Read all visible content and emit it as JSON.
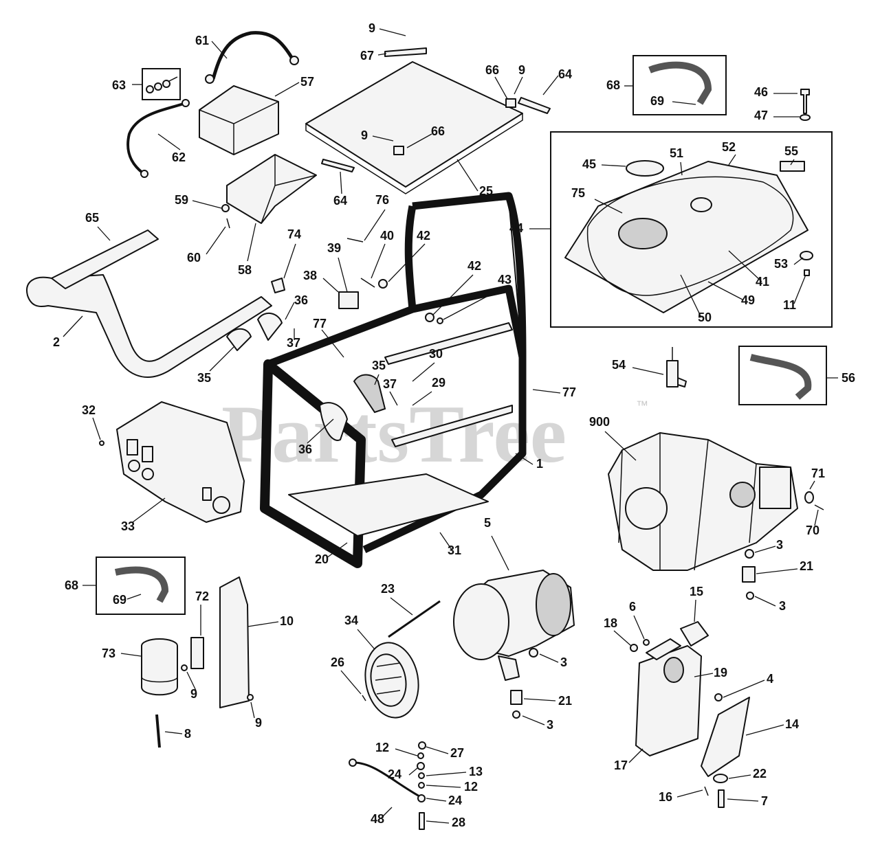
{
  "watermark": {
    "text": "PartsTree",
    "trademark": "™"
  },
  "callouts": [
    {
      "id": "c61",
      "label": "61"
    },
    {
      "id": "c63",
      "label": "63"
    },
    {
      "id": "c57",
      "label": "57"
    },
    {
      "id": "c62",
      "label": "62"
    },
    {
      "id": "c59",
      "label": "59"
    },
    {
      "id": "c60",
      "label": "60"
    },
    {
      "id": "c58",
      "label": "58"
    },
    {
      "id": "c65",
      "label": "65"
    },
    {
      "id": "c2",
      "label": "2"
    },
    {
      "id": "c9a",
      "label": "9"
    },
    {
      "id": "c67",
      "label": "67"
    },
    {
      "id": "c66a",
      "label": "66"
    },
    {
      "id": "c9b",
      "label": "9"
    },
    {
      "id": "c64a",
      "label": "64"
    },
    {
      "id": "c9c",
      "label": "9"
    },
    {
      "id": "c66b",
      "label": "66"
    },
    {
      "id": "c25",
      "label": "25"
    },
    {
      "id": "c64b",
      "label": "64"
    },
    {
      "id": "c76",
      "label": "76"
    },
    {
      "id": "c40",
      "label": "40"
    },
    {
      "id": "c42a",
      "label": "42"
    },
    {
      "id": "c39",
      "label": "39"
    },
    {
      "id": "c74",
      "label": "74"
    },
    {
      "id": "c38",
      "label": "38"
    },
    {
      "id": "c36a",
      "label": "36"
    },
    {
      "id": "c37a",
      "label": "37"
    },
    {
      "id": "c35a",
      "label": "35"
    },
    {
      "id": "c77a",
      "label": "77"
    },
    {
      "id": "c42b",
      "label": "42"
    },
    {
      "id": "c43",
      "label": "43"
    },
    {
      "id": "c68a",
      "label": "68"
    },
    {
      "id": "c69a",
      "label": "69"
    },
    {
      "id": "c46",
      "label": "46"
    },
    {
      "id": "c47",
      "label": "47"
    },
    {
      "id": "c44",
      "label": "44"
    },
    {
      "id": "c45",
      "label": "45"
    },
    {
      "id": "c51",
      "label": "51"
    },
    {
      "id": "c52",
      "label": "52"
    },
    {
      "id": "c55",
      "label": "55"
    },
    {
      "id": "c75",
      "label": "75"
    },
    {
      "id": "c53",
      "label": "53"
    },
    {
      "id": "c41",
      "label": "41"
    },
    {
      "id": "c49",
      "label": "49"
    },
    {
      "id": "c50",
      "label": "50"
    },
    {
      "id": "c11",
      "label": "11"
    },
    {
      "id": "c30",
      "label": "30"
    },
    {
      "id": "c35b",
      "label": "35"
    },
    {
      "id": "c37b",
      "label": "37"
    },
    {
      "id": "c29",
      "label": "29"
    },
    {
      "id": "c77b",
      "label": "77"
    },
    {
      "id": "c54",
      "label": "54"
    },
    {
      "id": "c56",
      "label": "56"
    },
    {
      "id": "c32",
      "label": "32"
    },
    {
      "id": "c36b",
      "label": "36"
    },
    {
      "id": "c1",
      "label": "1"
    },
    {
      "id": "c900",
      "label": "900"
    },
    {
      "id": "c71",
      "label": "71"
    },
    {
      "id": "c70",
      "label": "70"
    },
    {
      "id": "c33",
      "label": "33"
    },
    {
      "id": "c20",
      "label": "20"
    },
    {
      "id": "c31",
      "label": "31"
    },
    {
      "id": "c5",
      "label": "5"
    },
    {
      "id": "c3a",
      "label": "3"
    },
    {
      "id": "c21a",
      "label": "21"
    },
    {
      "id": "c3b",
      "label": "3"
    },
    {
      "id": "c68b",
      "label": "68"
    },
    {
      "id": "c69b",
      "label": "69"
    },
    {
      "id": "c72",
      "label": "72"
    },
    {
      "id": "c10",
      "label": "10"
    },
    {
      "id": "c23",
      "label": "23"
    },
    {
      "id": "c34",
      "label": "34"
    },
    {
      "id": "c15",
      "label": "15"
    },
    {
      "id": "c6",
      "label": "6"
    },
    {
      "id": "c18",
      "label": "18"
    },
    {
      "id": "c73",
      "label": "73"
    },
    {
      "id": "c9d",
      "label": "9"
    },
    {
      "id": "c26",
      "label": "26"
    },
    {
      "id": "c3c",
      "label": "3"
    },
    {
      "id": "c19",
      "label": "19"
    },
    {
      "id": "c4",
      "label": "4"
    },
    {
      "id": "c21b",
      "label": "21"
    },
    {
      "id": "c14",
      "label": "14"
    },
    {
      "id": "c9e",
      "label": "9"
    },
    {
      "id": "c3d",
      "label": "3"
    },
    {
      "id": "c8",
      "label": "8"
    },
    {
      "id": "c12a",
      "label": "12"
    },
    {
      "id": "c27",
      "label": "27"
    },
    {
      "id": "c24a",
      "label": "24"
    },
    {
      "id": "c13",
      "label": "13"
    },
    {
      "id": "c12b",
      "label": "12"
    },
    {
      "id": "c17",
      "label": "17"
    },
    {
      "id": "c22",
      "label": "22"
    },
    {
      "id": "c24b",
      "label": "24"
    },
    {
      "id": "c16",
      "label": "16"
    },
    {
      "id": "c7",
      "label": "7"
    },
    {
      "id": "c48",
      "label": "48"
    },
    {
      "id": "c28",
      "label": "28"
    }
  ]
}
